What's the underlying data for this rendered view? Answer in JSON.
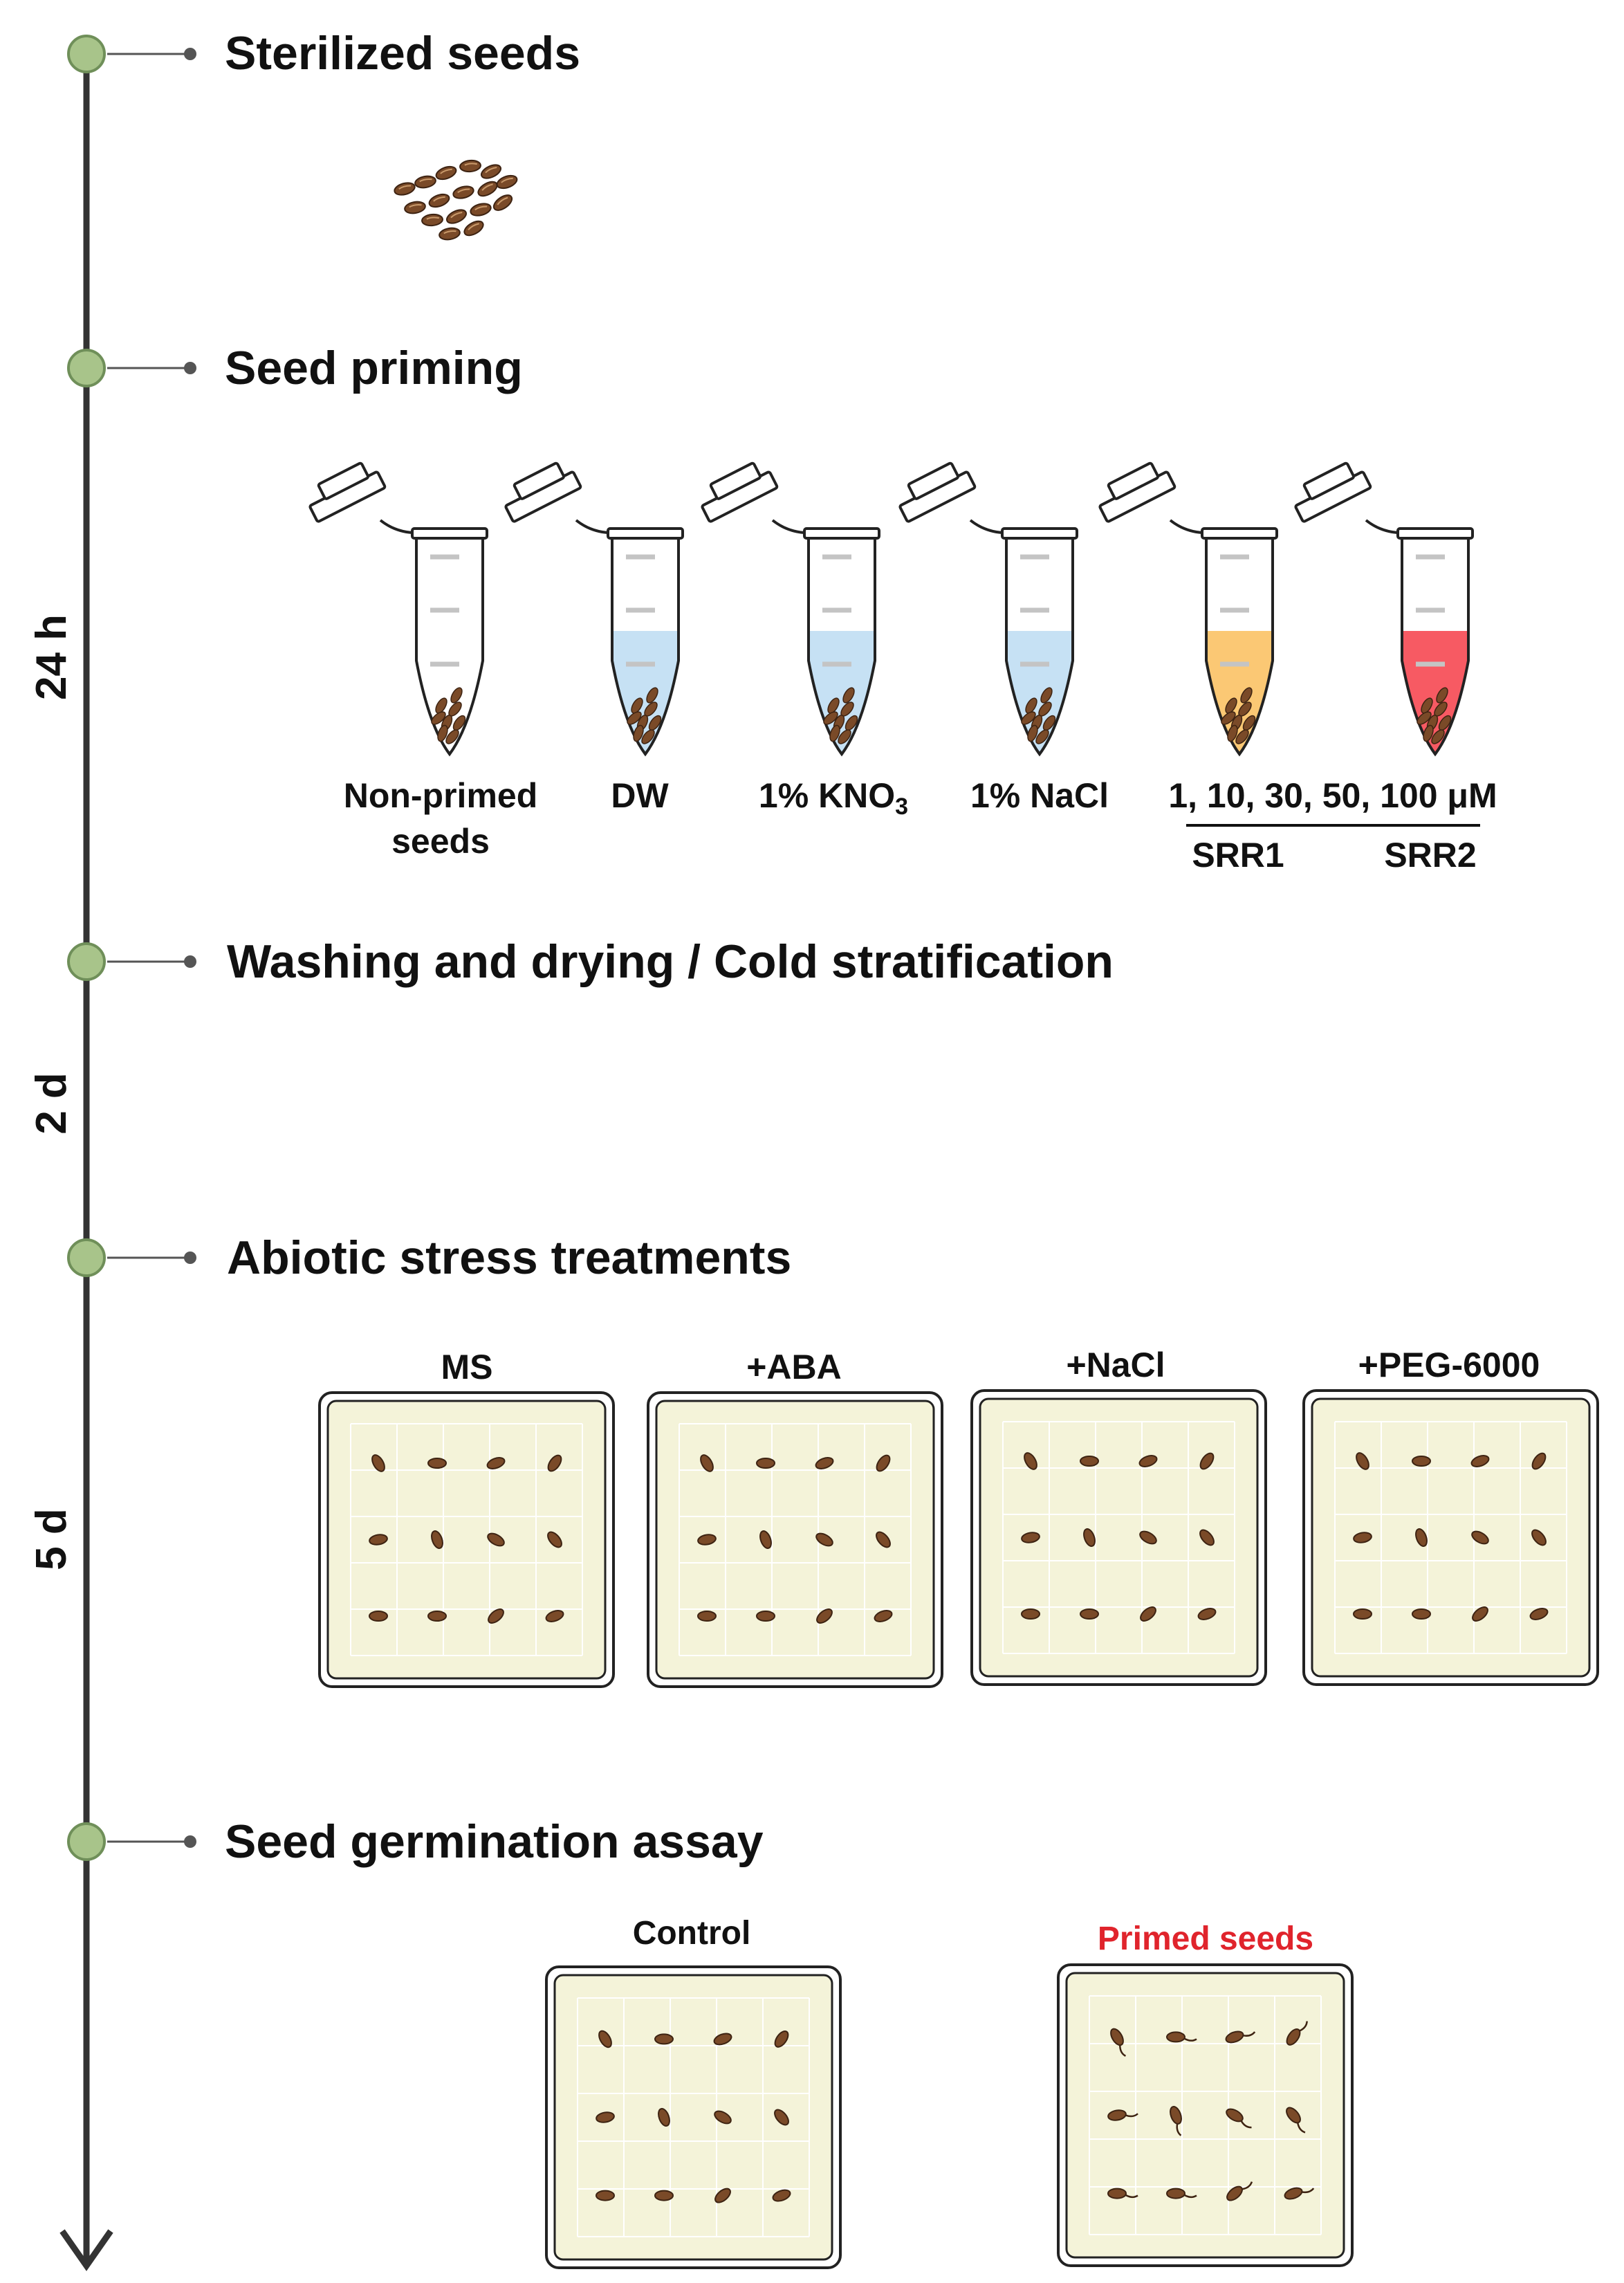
{
  "timeline": {
    "steps": [
      {
        "id": "sterilized",
        "title": "Sterilized seeds"
      },
      {
        "id": "priming",
        "title": "Seed priming"
      },
      {
        "id": "washing",
        "title": "Washing and drying / Cold stratification"
      },
      {
        "id": "stress",
        "title": "Abiotic stress treatments"
      },
      {
        "id": "germination",
        "title": "Seed germination assay"
      }
    ],
    "durations": [
      "24 h",
      "2 d",
      "5 d"
    ]
  },
  "priming": {
    "tubes": [
      {
        "label_line1": "Non-primed",
        "label_line2": "seeds",
        "liquid_color": "none"
      },
      {
        "label_line1": "DW",
        "label_line2": "",
        "liquid_color": "#c6e1f4"
      },
      {
        "label_line1": "1% KNO",
        "label_sub": "3",
        "label_line2": "",
        "liquid_color": "#c6e1f4"
      },
      {
        "label_line1": "1% NaCl",
        "label_line2": "",
        "liquid_color": "#c6e1f4"
      },
      {
        "label_line1": "",
        "label_line2": "",
        "liquid_color": "#fbc874"
      },
      {
        "label_line1": "",
        "label_line2": "",
        "liquid_color": "#f75a63"
      }
    ],
    "concentrations": "1, 10, 30, 50, 100 μM",
    "compounds": [
      "SRR1",
      "SRR2"
    ]
  },
  "stress": {
    "plates": [
      "MS",
      "+ABA",
      "+NaCl",
      "+PEG-6000"
    ]
  },
  "germination": {
    "plates": [
      {
        "label": "Control",
        "color": "#111111"
      },
      {
        "label": "Primed seeds",
        "color": "#e0242c"
      }
    ]
  },
  "colors": {
    "node_fill": "#a8c48a",
    "timeline": "#333333",
    "seed": "#7a4a28",
    "plate_fill": "#f4f3d9",
    "primed_label": "#e0242c"
  }
}
